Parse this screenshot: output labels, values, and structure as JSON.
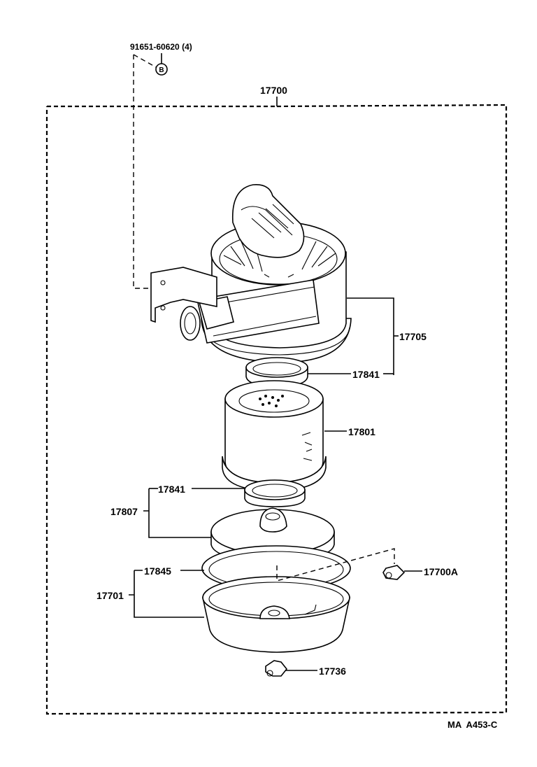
{
  "diagram": {
    "bolt_part": "91651-60620 (4)",
    "bolt_marker": "B",
    "assembly": "17700",
    "labels": {
      "cap": "17705",
      "gasket_top": "17841",
      "element": "17801",
      "gasket_bottom": "17841",
      "cover_assy": "17807",
      "seal": "17845",
      "case": "17701",
      "clamp": "17700A",
      "wing_nut": "17736"
    },
    "figure_code": "MA  A453-C"
  },
  "colors": {
    "ink": "#000000",
    "paper": "#ffffff"
  }
}
